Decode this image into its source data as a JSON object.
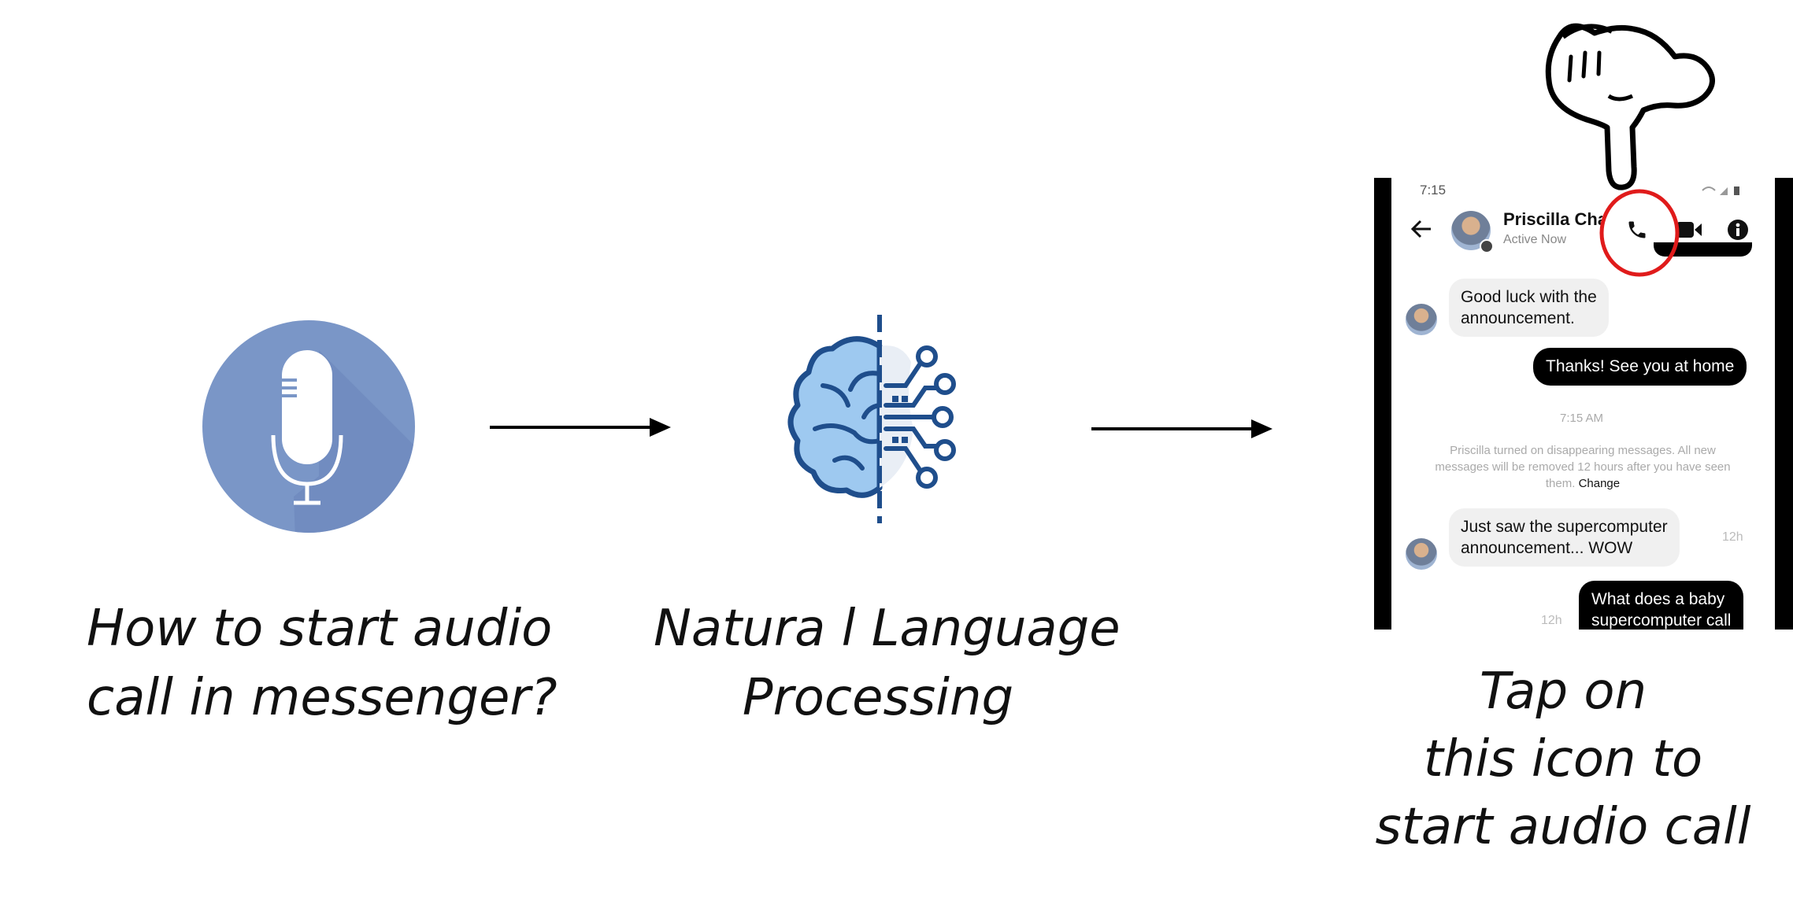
{
  "steps": [
    {
      "caption_lines": [
        "How to start audio",
        "call in messenger?"
      ],
      "icon": "microphone-icon"
    },
    {
      "caption_lines": [
        "Natura l Language",
        "Processing"
      ],
      "icon": "brain-circuit-icon"
    },
    {
      "caption_lines": [
        "Tap on",
        "this icon to",
        "start audio call"
      ],
      "icon": "pointing-hand-icon"
    }
  ],
  "colors": {
    "mic_circle": "#7a96c7",
    "brain_fill": "#9ec9f0",
    "brain_stroke": "#1f4e8c",
    "highlight_ring": "#e01b1b"
  },
  "phone": {
    "status_time": "7:15",
    "contact_name": "Priscilla Chan",
    "contact_status": "Active Now",
    "header_icons": [
      "back-arrow-icon",
      "phone-icon",
      "video-camera-icon",
      "info-icon"
    ],
    "messages": [
      {
        "from": "contact",
        "text_lines": [
          "Good luck with the",
          "announcement."
        ]
      },
      {
        "from": "me",
        "text_lines": [
          "Thanks! See you at home"
        ]
      },
      {
        "from": "system",
        "text": "7:15 AM"
      },
      {
        "from": "system",
        "text_lines": [
          "Priscilla turned on disappearing messages. All new",
          "messages will be removed 12 hours after you have seen",
          "them."
        ],
        "link": "Change"
      },
      {
        "from": "contact",
        "text_lines": [
          "Just saw the supercomputer",
          "announcement... WOW"
        ],
        "time": "12h"
      },
      {
        "from": "me",
        "text_lines": [
          "What does a baby",
          "supercomputer call"
        ],
        "time": "12h"
      }
    ]
  }
}
